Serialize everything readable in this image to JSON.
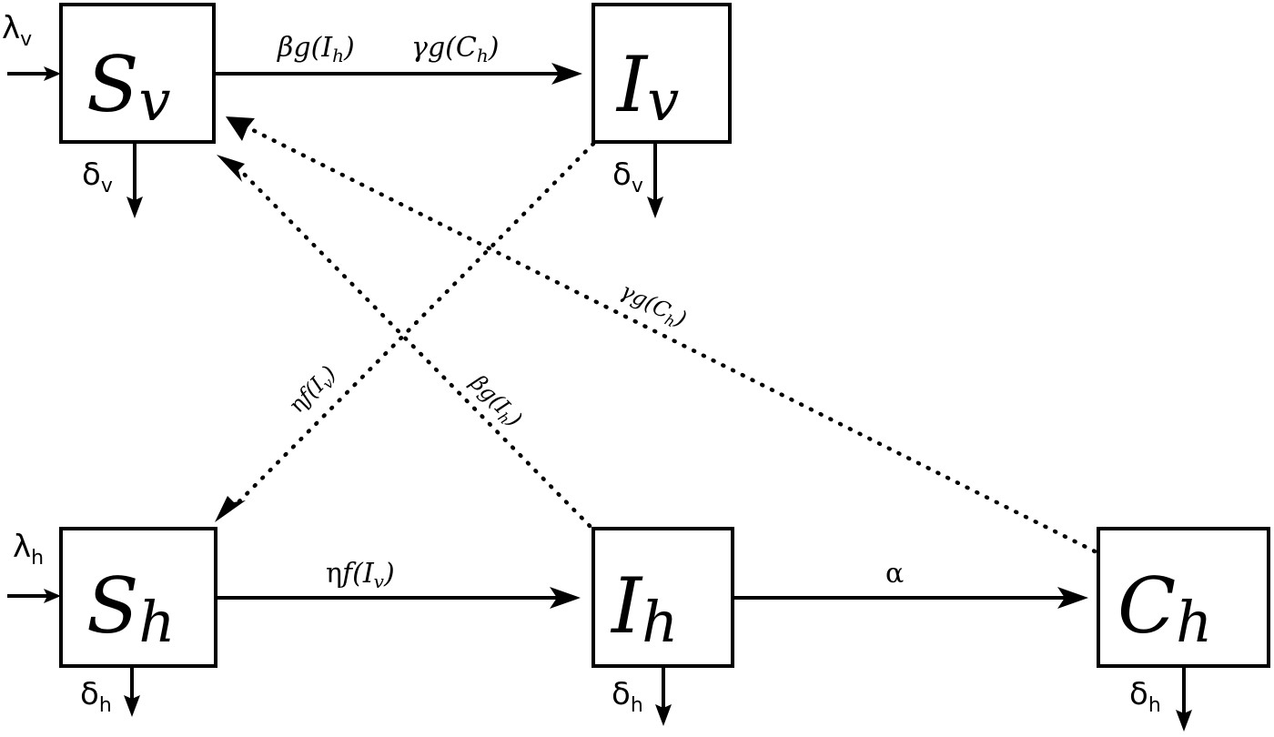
{
  "nodes": {
    "sv": {
      "main": "S",
      "sub": "v"
    },
    "iv": {
      "main": "I",
      "sub": "v"
    },
    "sh": {
      "main": "S",
      "sub": "h"
    },
    "ih": {
      "main": "I",
      "sub": "h"
    },
    "ch": {
      "main": "C",
      "sub": "h"
    }
  },
  "inflows": {
    "sv": {
      "sym": "λ",
      "sub": "v"
    },
    "sh": {
      "sym": "λ",
      "sub": "h"
    }
  },
  "deaths": {
    "sv": {
      "sym": "δ",
      "sub": "v"
    },
    "iv": {
      "sym": "δ",
      "sub": "v"
    },
    "sh": {
      "sym": "δ",
      "sub": "h"
    },
    "ih": {
      "sym": "δ",
      "sub": "h"
    },
    "ch": {
      "sym": "δ",
      "sub": "h"
    }
  },
  "edges": {
    "sv_iv_beta": {
      "coef": "β",
      "func": "g",
      "open": "(",
      "var": "I",
      "sub": "h",
      "close": ")"
    },
    "sv_iv_gamma": {
      "coef": "γ",
      "func": "g",
      "open": "(",
      "var": "C",
      "sub": "h",
      "close": ")"
    },
    "sh_ih_eta": {
      "coef": "η",
      "func": "f",
      "open": "(",
      "var": "I",
      "sub": "v",
      "close": ")"
    },
    "ih_ch_alpha": {
      "coef": "α"
    }
  },
  "dotted_edges": {
    "ch_to_sv": {
      "coef": "γ",
      "func": "g",
      "open": "(",
      "var": "C",
      "sub": "h",
      "close": ")"
    },
    "ih_to_sv": {
      "coef": "β",
      "func": "g",
      "open": "(",
      "var": "I",
      "sub": "h",
      "close": ")"
    },
    "iv_to_sh": {
      "coef": "η",
      "func": "f",
      "open": "(",
      "var": "I",
      "sub": "v",
      "close": ")"
    }
  }
}
